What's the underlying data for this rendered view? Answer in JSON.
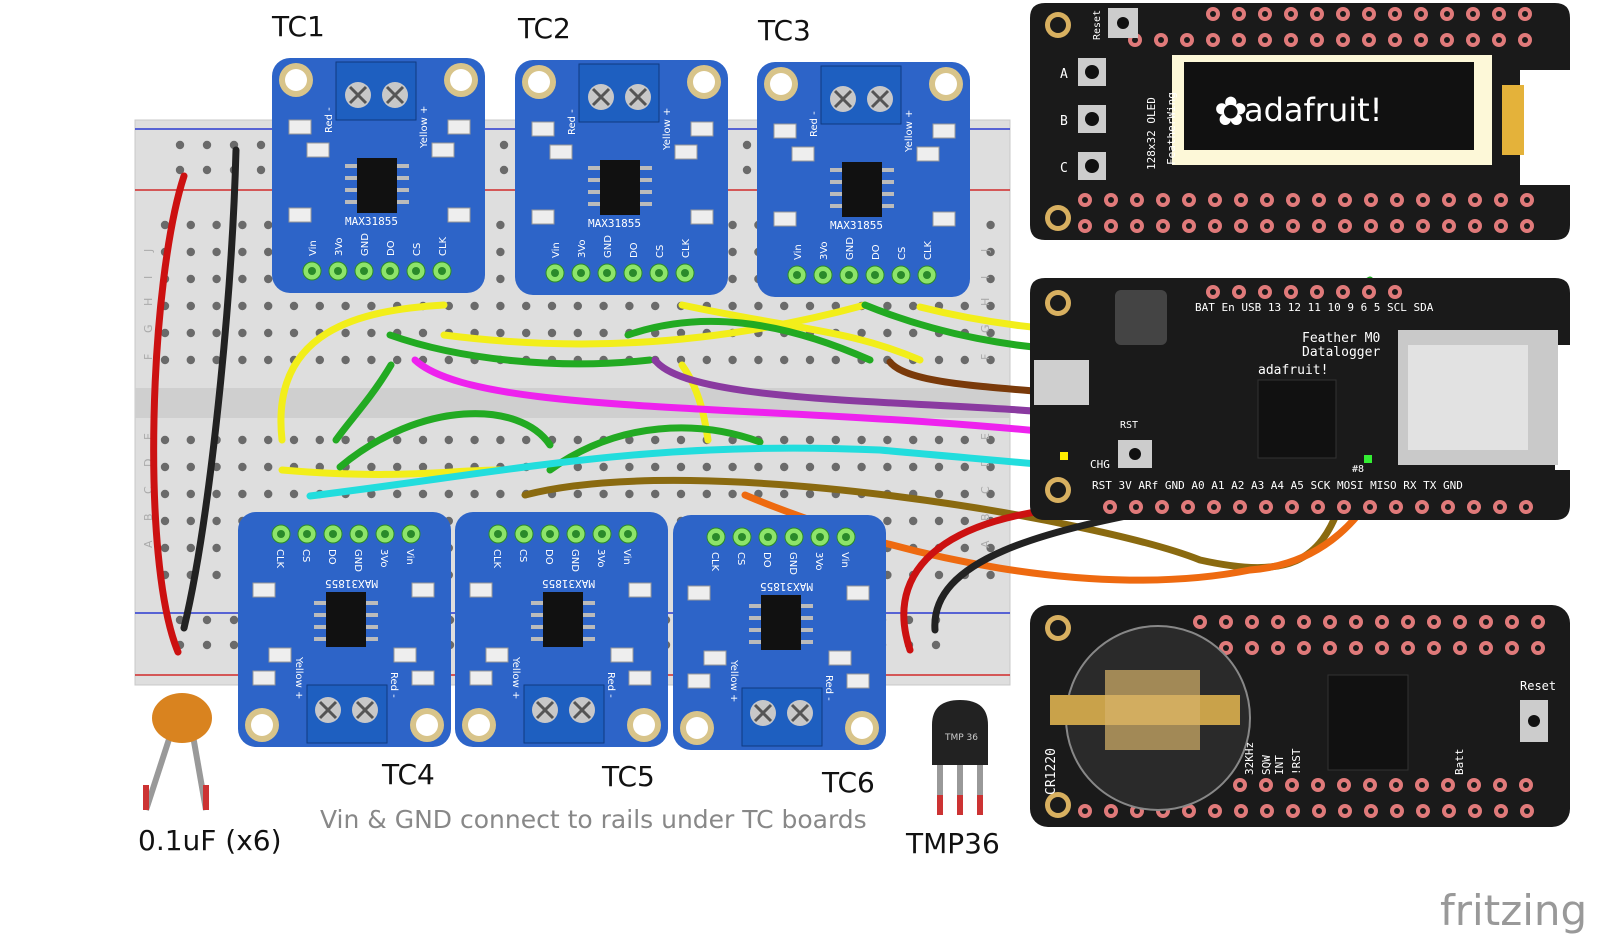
{
  "labels": {
    "tc_boards": [
      "TC1",
      "TC2",
      "TC3",
      "TC4",
      "TC5",
      "TC6"
    ],
    "capacitor": "0.1uF (x6)",
    "sensor": "TMP36",
    "note": "Vin & GND connect to rails under TC boards",
    "brand": "fritzing"
  },
  "tc_board": {
    "chip": "MAX31855",
    "pins": [
      "Vin",
      "3Vo",
      "GND",
      "DO",
      "CS",
      "CLK"
    ],
    "terminal_left": "Red -",
    "terminal_right": "Yellow +"
  },
  "oled": {
    "logo": "adafruit!",
    "side_text": "128x32 OLED",
    "side_text2": "FeatherWing",
    "buttons": [
      "A",
      "B",
      "C"
    ],
    "reset": "Reset",
    "pin_letters": [
      "A",
      "B",
      "C"
    ]
  },
  "feather": {
    "title": "Feather M0",
    "subtitle": "Datalogger",
    "brand": "adafruit!",
    "top_pins": "BAT En USB 13 12 11 10 9 6 5 SCL SDA",
    "bottom_pins": "RST 3V ARf GND A0 A1 A2 A3 A4 A5 SCK MOSI MISO RX TX GND",
    "chg": "CHG",
    "rst": "RST",
    "pin8": "#8"
  },
  "rtc": {
    "battery": "CR1220",
    "labels": [
      "32KHz",
      "SQW",
      "INT",
      "!RST",
      "Batt"
    ],
    "reset": "Reset"
  },
  "tmp36_chip": "TMP 36",
  "breadboard_row_letters": [
    "J",
    "I",
    "H",
    "G",
    "F",
    "E",
    "D",
    "C",
    "B",
    "A"
  ],
  "colors": {
    "board_blue": "#2d64c8",
    "pcb_black": "#1a1a1a",
    "breadboard": "#dcdcdc",
    "wire_red": "#cc1111",
    "wire_black": "#222222",
    "wire_yellow": "#f2ee1a",
    "wire_green": "#22aa22",
    "wire_magenta": "#ee22ee",
    "wire_purple": "#8a3aa0",
    "wire_brown": "#7a3a0a",
    "wire_cyan": "#22dddd",
    "wire_olive": "#8a6a10",
    "wire_orange": "#ee6a10"
  }
}
